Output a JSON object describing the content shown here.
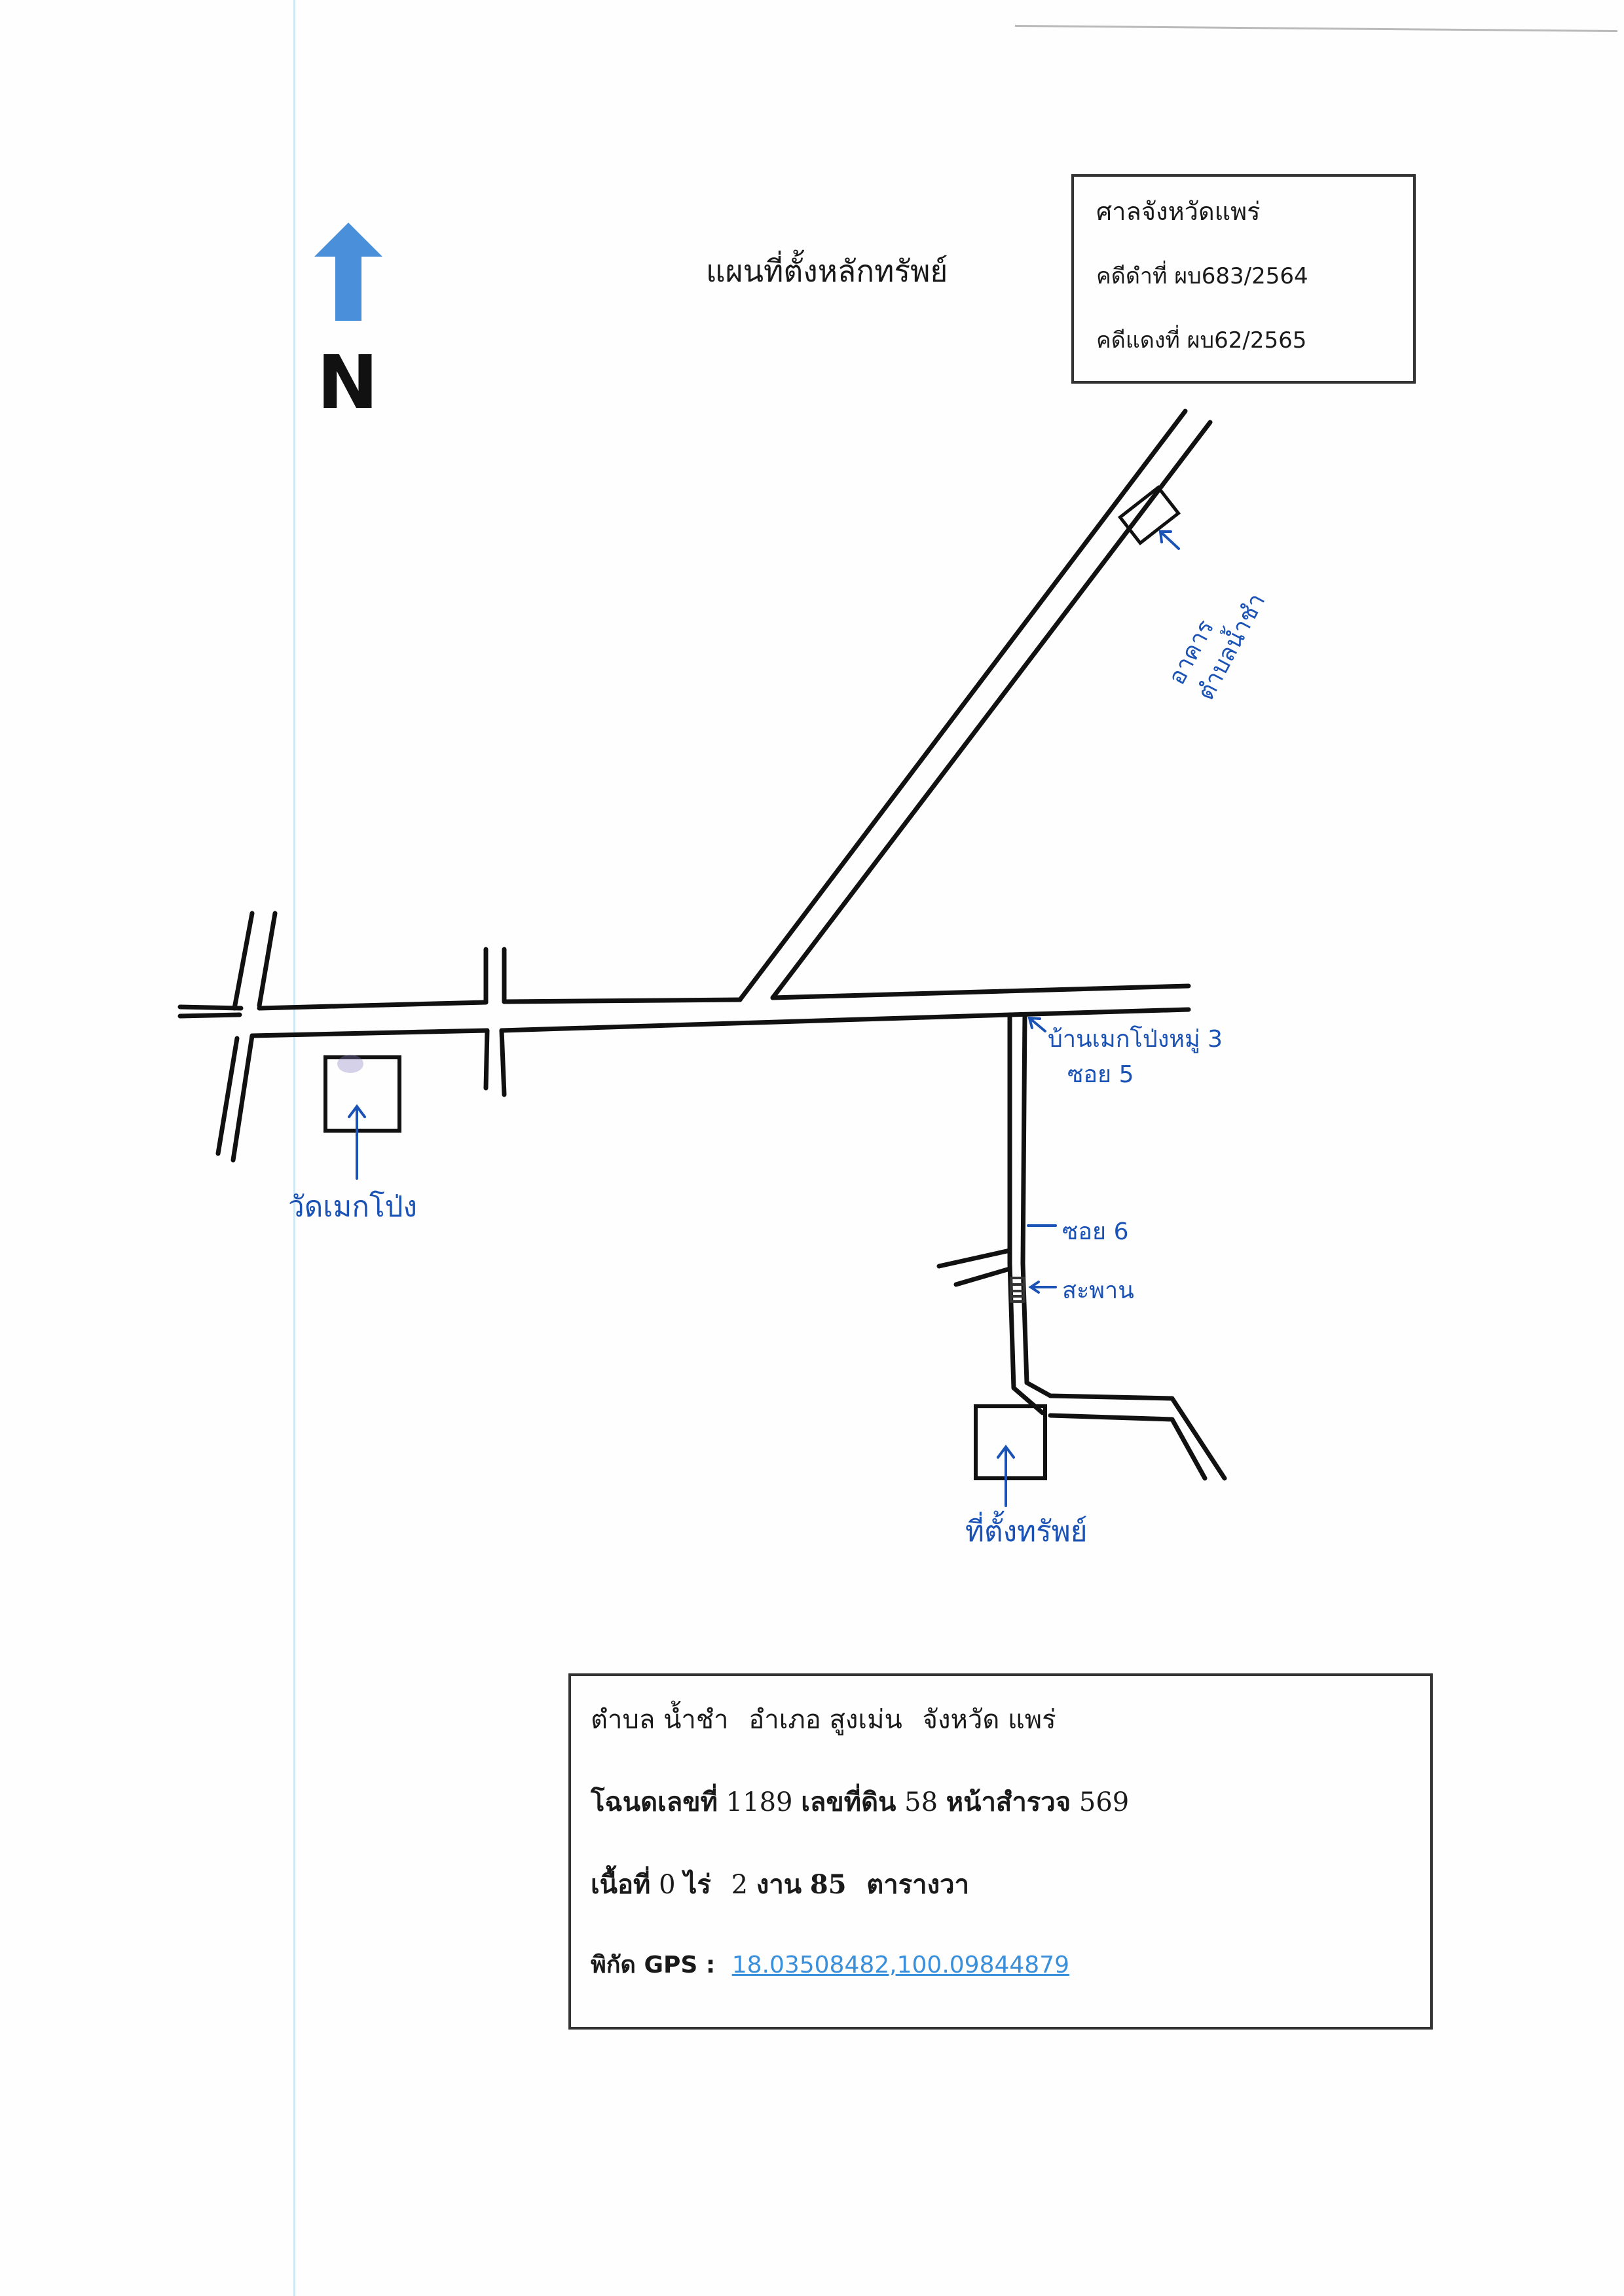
{
  "north_label": "N",
  "map_title": "แผนที่ตั้งหลักทรัพย์",
  "court_box": {
    "court_name": "ศาลจังหวัดแพร่",
    "black_case": "คดีดำที่ ผบ683/2564",
    "red_case": "คดีแดงที่ ผบ62/2565"
  },
  "map_labels": {
    "temple": "วัดเมกโป่ง",
    "office_line1": "อาคาร",
    "office_line2": "ตำบลน้ำชำ",
    "village_soi5_line1": "บ้านเมกโป่งหมู่ 3",
    "village_soi5_line2": "ซอย 5",
    "soi6": "ซอย 6",
    "bridge": "สะพาน",
    "property": "ที่ตั้งทรัพย์"
  },
  "info": {
    "subdistrict_label": "ตำบล",
    "subdistrict": "น้ำชำ",
    "district_label": "อำเภอ",
    "district": "สูงเม่น",
    "province_label": "จังหวัด",
    "province": "แพร่",
    "title_deed_label": "โฉนดเลขที่",
    "title_deed": "1189",
    "land_no_label": "เลขที่ดิน",
    "land_no": "58",
    "survey_page_label": "หน้าสำรวจ",
    "survey_page": "569",
    "area_label": "เนื้อที่",
    "rai": "0",
    "rai_unit": "ไร่",
    "ngan": "2",
    "ngan_unit": "งาน",
    "wa": "85",
    "wa_unit": "ตารางวา",
    "gps_label": "พิกัด GPS :",
    "gps": "18.03508482,100.09844879"
  },
  "colors": {
    "north_arrow": "#4a8fd9",
    "handwriting": "#1a52b5",
    "gps_link": "#3a8fdb"
  }
}
